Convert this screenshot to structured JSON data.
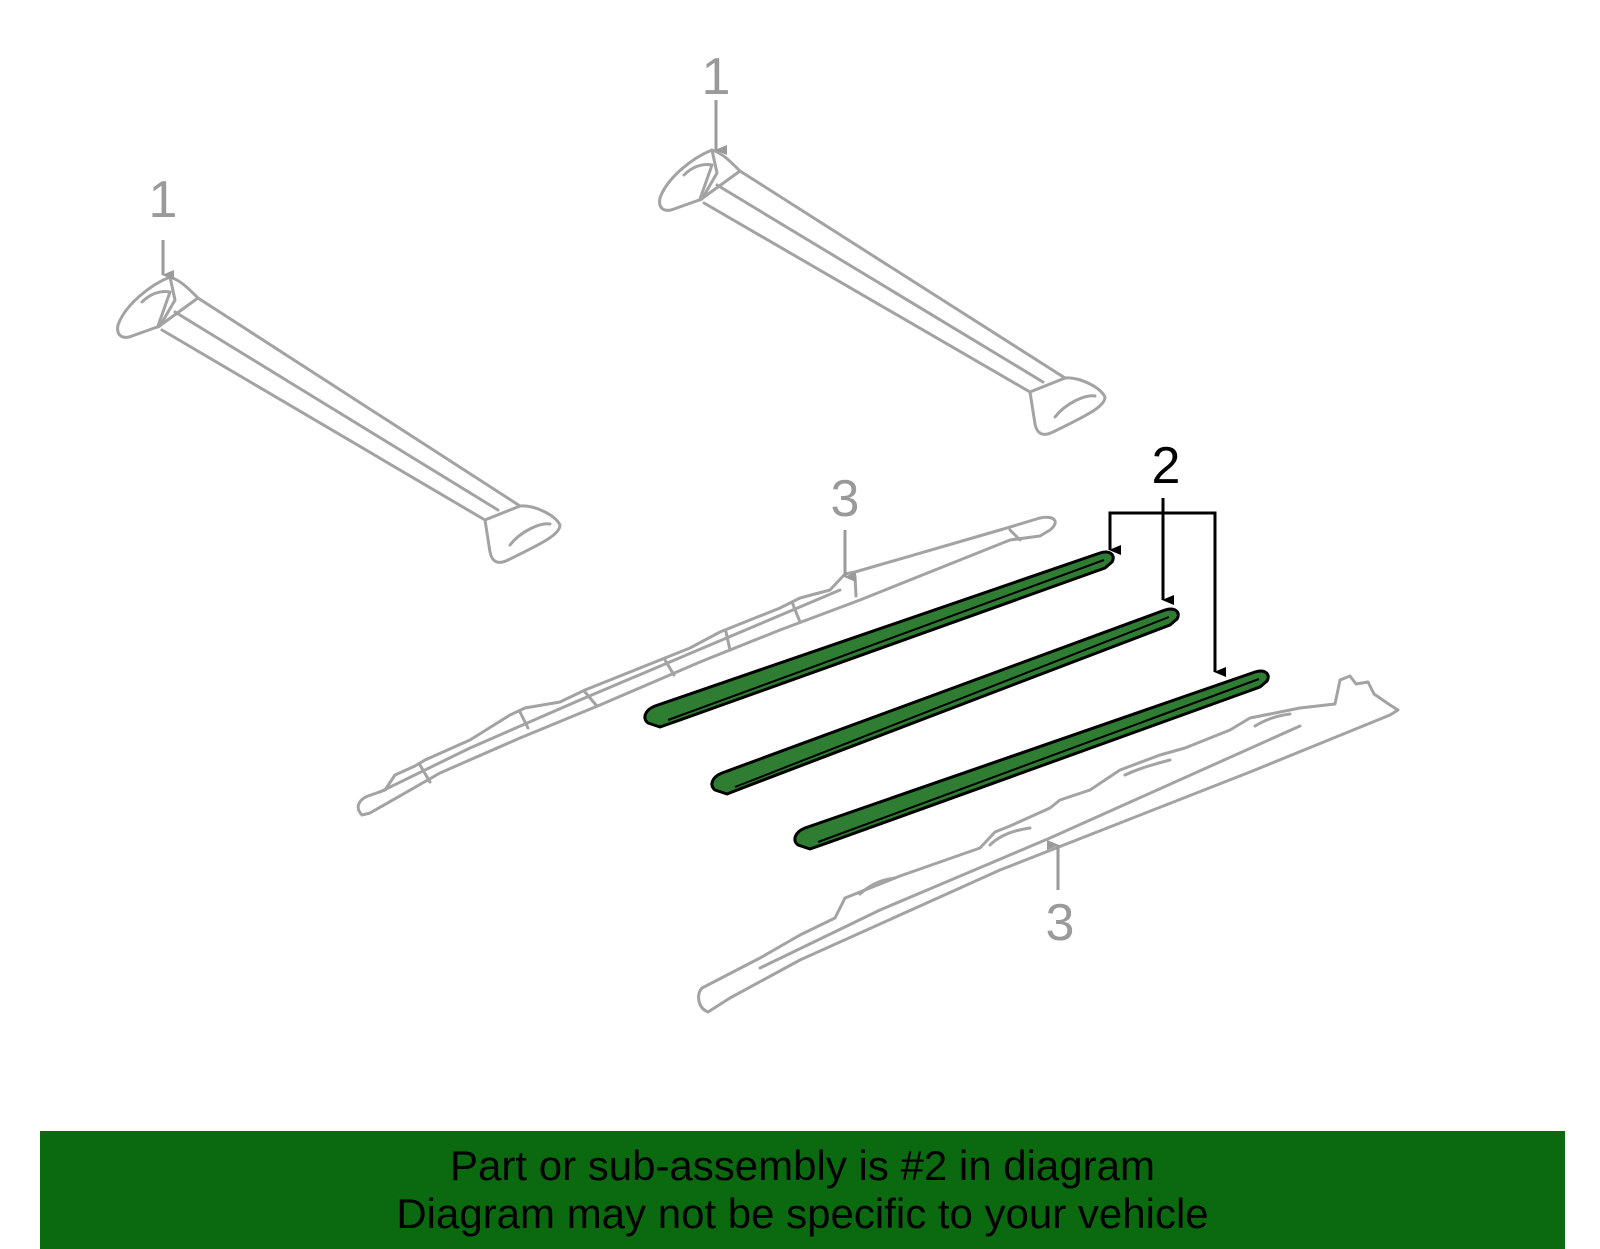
{
  "callouts": {
    "crossbar_left": "1",
    "crossbar_right": "1",
    "slats": "2",
    "rail_left": "3",
    "rail_right": "3"
  },
  "banner": {
    "line1": "Part or sub-assembly is #2 in diagram",
    "line2": "Diagram may not be specific to your vehicle"
  },
  "colors": {
    "part_outline": "#a3a3a3",
    "highlight_fill": "#2e7d32",
    "banner_bg": "#0b6a10",
    "leader_black": "#000000"
  }
}
